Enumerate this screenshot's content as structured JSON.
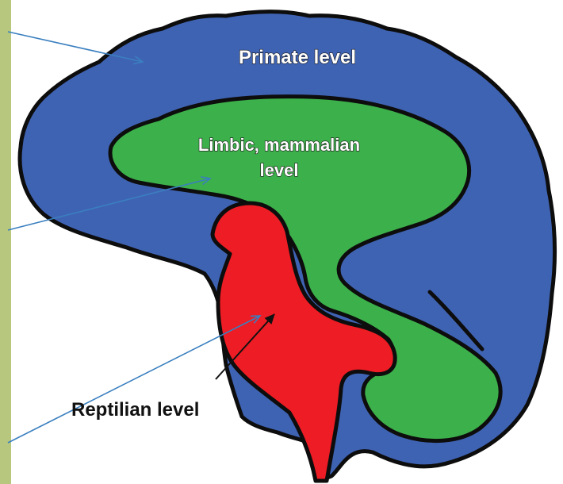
{
  "labels": {
    "primate": "Primate level",
    "limbic_line1": "Limbic, mammalian",
    "limbic_line2": "level",
    "reptilian": "Reptilian level"
  },
  "colors": {
    "primate_region": "#3f63b3",
    "limbic_region": "#3cb04a",
    "reptilian_region": "#ee1c24",
    "outline": "#0d0d0d",
    "pointer_arrows": "#3a7fbf",
    "side_strip": "#b7c77e"
  }
}
